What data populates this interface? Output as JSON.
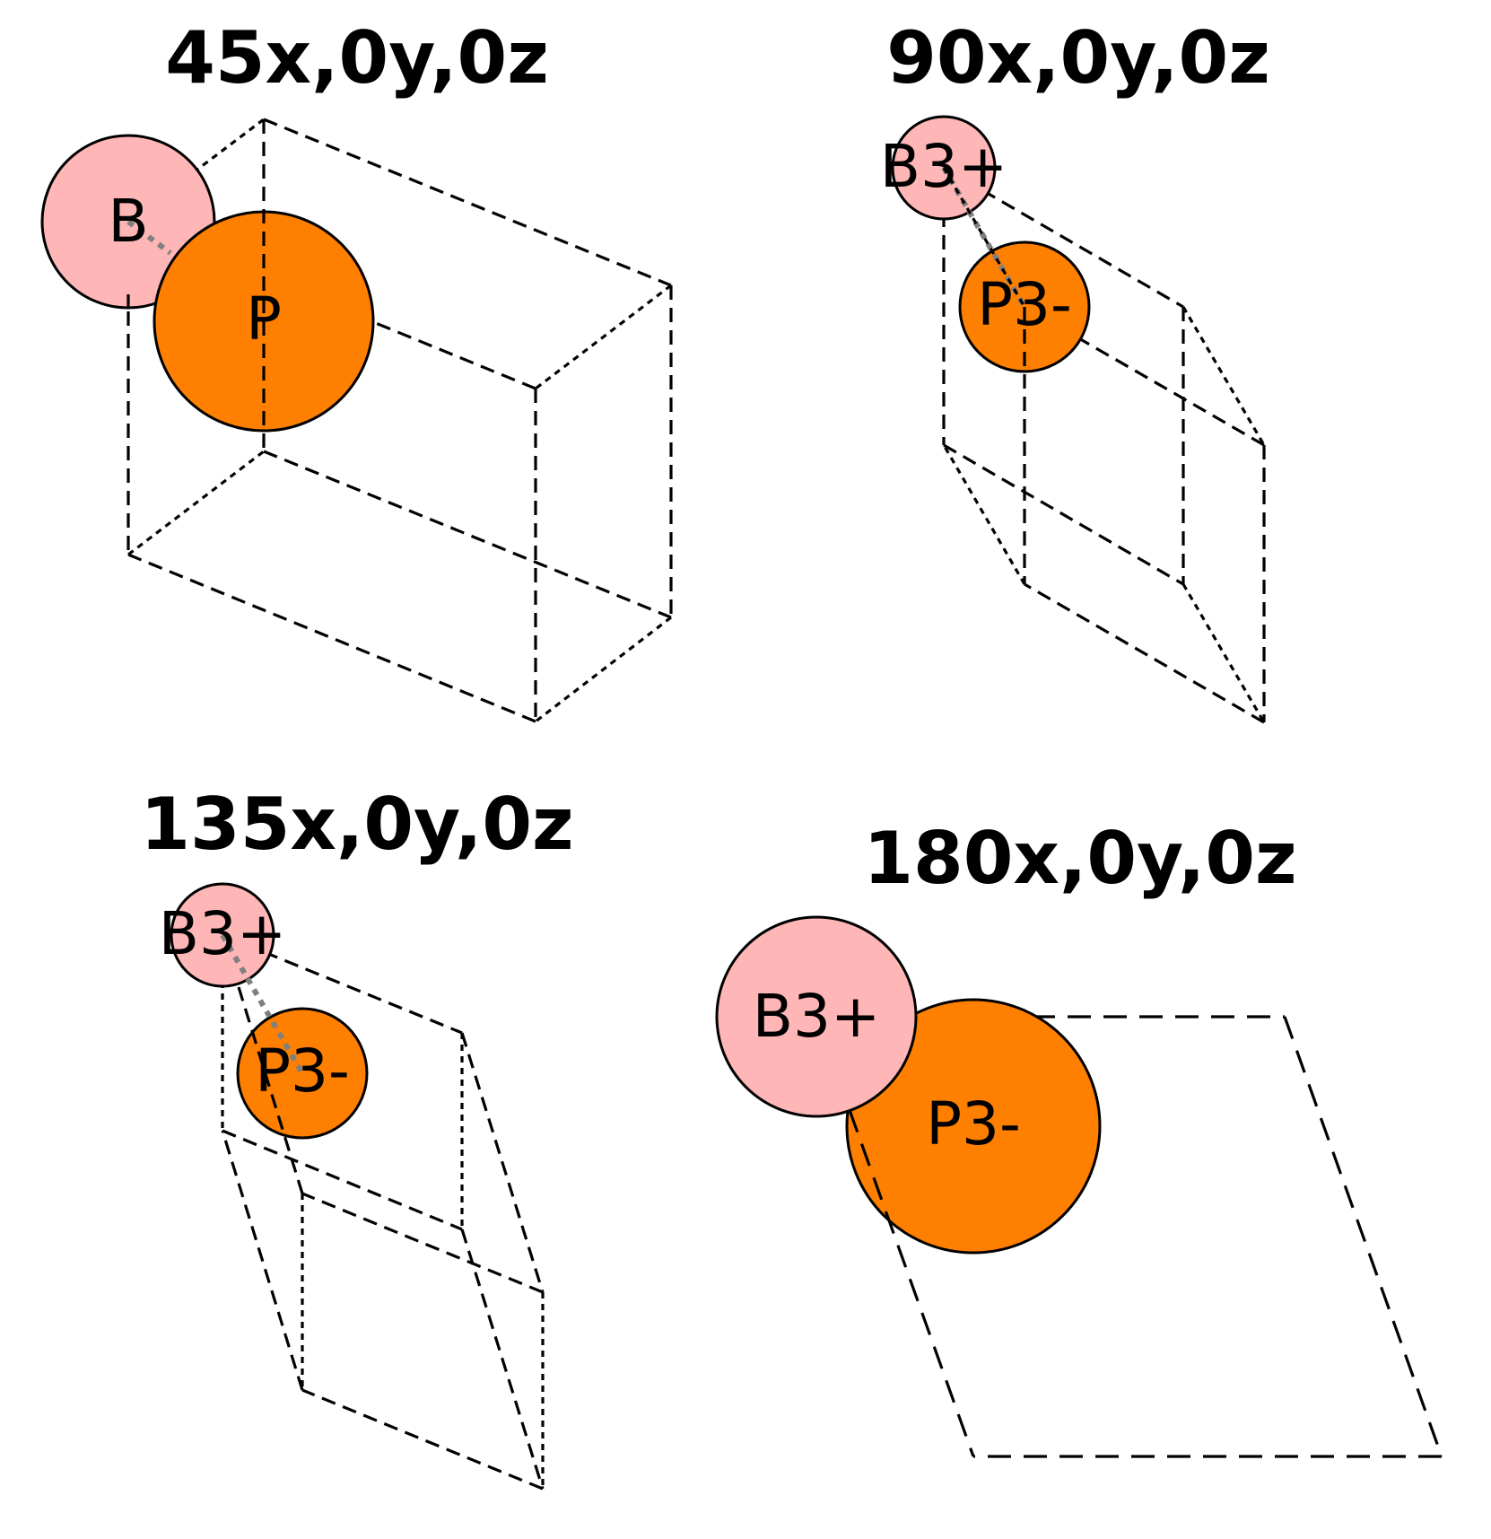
{
  "colors": {
    "boron": "#ffb6b6",
    "phosphorus": "#ff7f00",
    "cell_edge": "#000000",
    "bond": "#808080"
  },
  "panels": [
    {
      "title": "45x,0y,0z",
      "atom_b": "B",
      "atom_p": "P"
    },
    {
      "title": "90x,0y,0z",
      "atom_b": "B3+",
      "atom_p": "P3-"
    },
    {
      "title": "135x,0y,0z",
      "atom_b": "B3+",
      "atom_p": "P3-"
    },
    {
      "title": "180x,0y,0z",
      "atom_b": "B3+",
      "atom_p": "P3-"
    }
  ]
}
